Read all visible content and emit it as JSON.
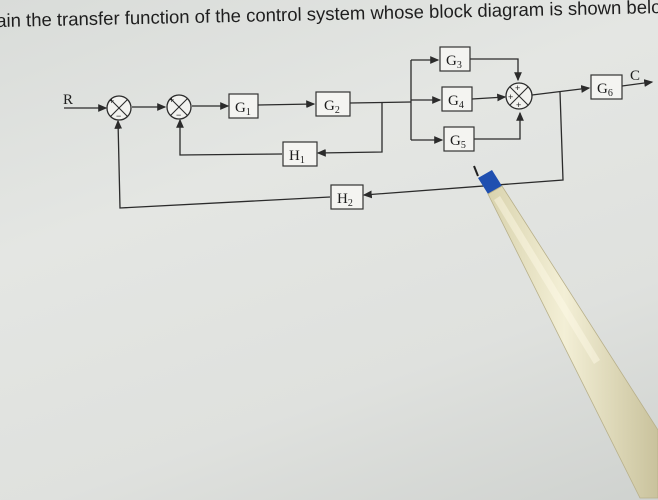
{
  "question": "ain the transfer function of the control system whose block diagram is shown below:",
  "signals": {
    "input": "R",
    "output": "C"
  },
  "blocks": {
    "G1": {
      "base": "G",
      "sub": "1"
    },
    "G2": {
      "base": "G",
      "sub": "2"
    },
    "G3": {
      "base": "G",
      "sub": "3"
    },
    "G4": {
      "base": "G",
      "sub": "4"
    },
    "G5": {
      "base": "G",
      "sub": "5"
    },
    "G6": {
      "base": "G",
      "sub": "6"
    },
    "H1": {
      "base": "H",
      "sub": "1"
    },
    "H2": {
      "base": "H",
      "sub": "2"
    }
  },
  "signs": {
    "plus": "+",
    "minus": "−"
  },
  "colors": {
    "paper": "#e2e4e1",
    "ink": "#2b2b2b",
    "pen_body": "#ece7c9",
    "pen_tip": "#1f4fb0"
  }
}
